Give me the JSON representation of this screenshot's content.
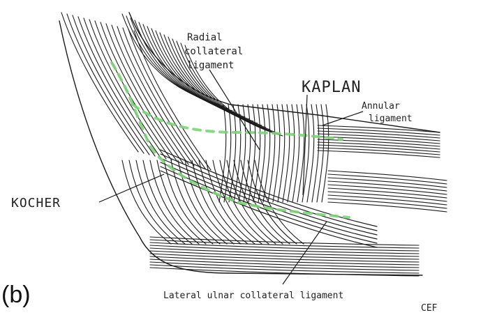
{
  "figure": {
    "panel_label": "(b)",
    "signature": "CEF"
  },
  "labels": {
    "radial_collateral_ligament": [
      "Radial",
      "collateral",
      "ligament"
    ],
    "kaplan": "KAPLAN",
    "annular_ligament": [
      "Annular",
      "ligament"
    ],
    "kocher": "KOCHER",
    "lateral_ulnar_collateral_ligament": "Lateral ulnar collateral ligament"
  },
  "colors": {
    "ink": "#1a1a1a",
    "approach_dash": "#7ed37a",
    "background": "#ffffff"
  }
}
